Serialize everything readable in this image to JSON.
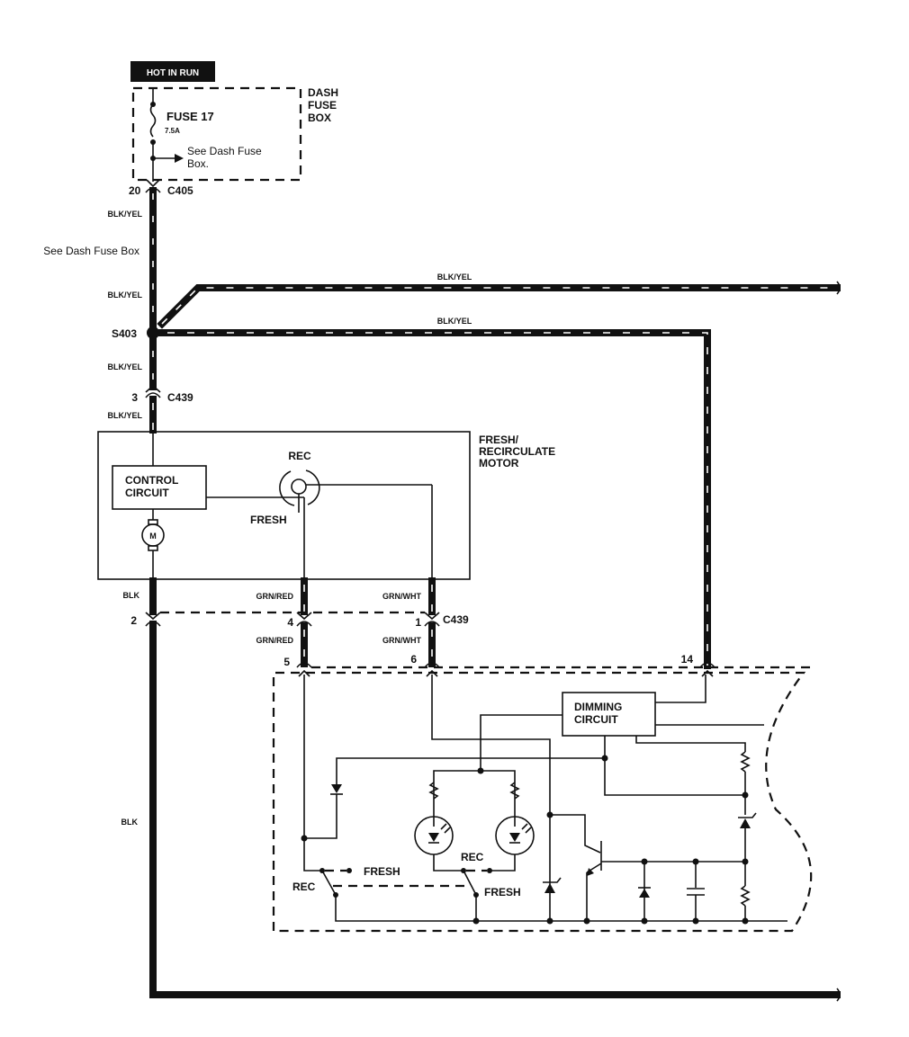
{
  "power_source": {
    "label": "HOT IN RUN"
  },
  "fuse_box": {
    "title_lines": [
      "DASH",
      "FUSE",
      "BOX"
    ],
    "fuse_label": "FUSE 17",
    "fuse_rating": "7.5A",
    "see_note_lines": [
      "See Dash Fuse",
      "Box."
    ]
  },
  "connectors": {
    "c405": {
      "name": "C405",
      "pin": "20"
    },
    "c439_top": {
      "name": "C439",
      "pin": "3"
    },
    "c439_bottom": {
      "name": "C439",
      "pins": [
        "2",
        "4",
        "1"
      ]
    },
    "switch_pins": [
      "5",
      "6",
      "14"
    ]
  },
  "splice": {
    "name": "S403"
  },
  "wires": {
    "blk_yel": "BLK/YEL",
    "blk": "BLK",
    "grn_red": "GRN/RED",
    "grn_wht": "GRN/WHT",
    "see_dash_fuse_box": "See Dash Fuse Box"
  },
  "motor_unit": {
    "title_lines": [
      "FRESH/",
      "RECIRCULATE",
      "MOTOR"
    ],
    "control_circuit_lines": [
      "CONTROL",
      "CIRCUIT"
    ],
    "motor_symbol": "M",
    "rec_label": "REC",
    "fresh_label": "FRESH"
  },
  "switch_unit": {
    "dimming_circuit_lines": [
      "DIMMING",
      "CIRCUIT"
    ],
    "rec_label": "REC",
    "fresh_label": "FRESH"
  }
}
